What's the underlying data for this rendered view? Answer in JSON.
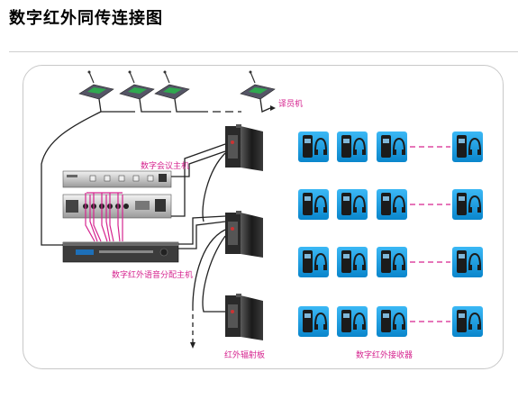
{
  "title": "数字红外同传连接图",
  "labels": {
    "interpreter": "译员机",
    "conference_host": "数字会议主机",
    "distribution_host": "数字红外语音分配主机",
    "ir_radiator": "红外辐射板",
    "ir_receiver": "数字红外接收器"
  },
  "colors": {
    "accent": "#d6248f",
    "receiver_bg": "#1aa3e8",
    "cable": "#222222"
  },
  "icons": {
    "microphone": "delegate-mic-unit-icon",
    "radiator": "ir-radiator-panel-icon",
    "receiver": "ir-receiver-headphone-icon"
  },
  "receivers": {
    "rows": 4,
    "columns_shown": 4
  }
}
